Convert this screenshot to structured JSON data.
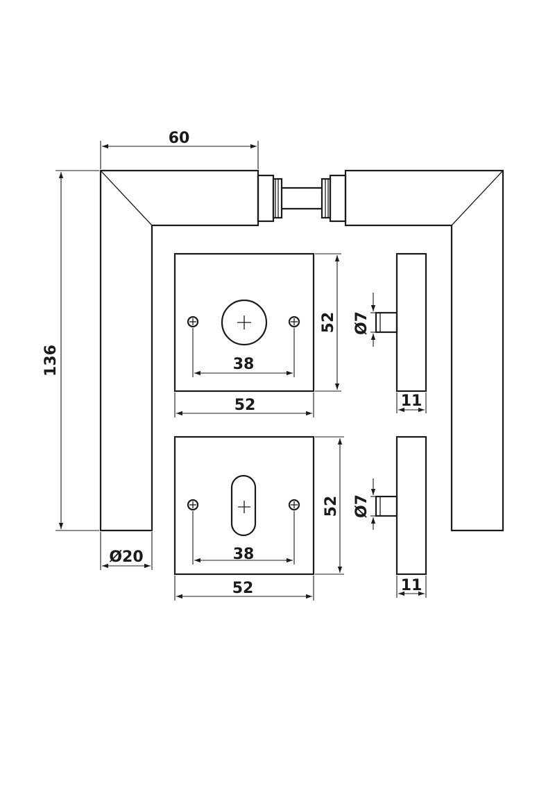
{
  "dimensions": {
    "lever_length": "60",
    "overall_height": "136",
    "lever_diameter": "Ø20",
    "rose_top_height": "52",
    "rose_top_width": "52",
    "rose_top_hole_spacing": "38",
    "rose_top_pin_diameter": "Ø7",
    "rose_top_thickness": "11",
    "rose_bottom_height": "52",
    "rose_bottom_width": "52",
    "rose_bottom_hole_spacing": "38",
    "rose_bottom_pin_diameter": "Ø7",
    "rose_bottom_thickness": "11"
  }
}
